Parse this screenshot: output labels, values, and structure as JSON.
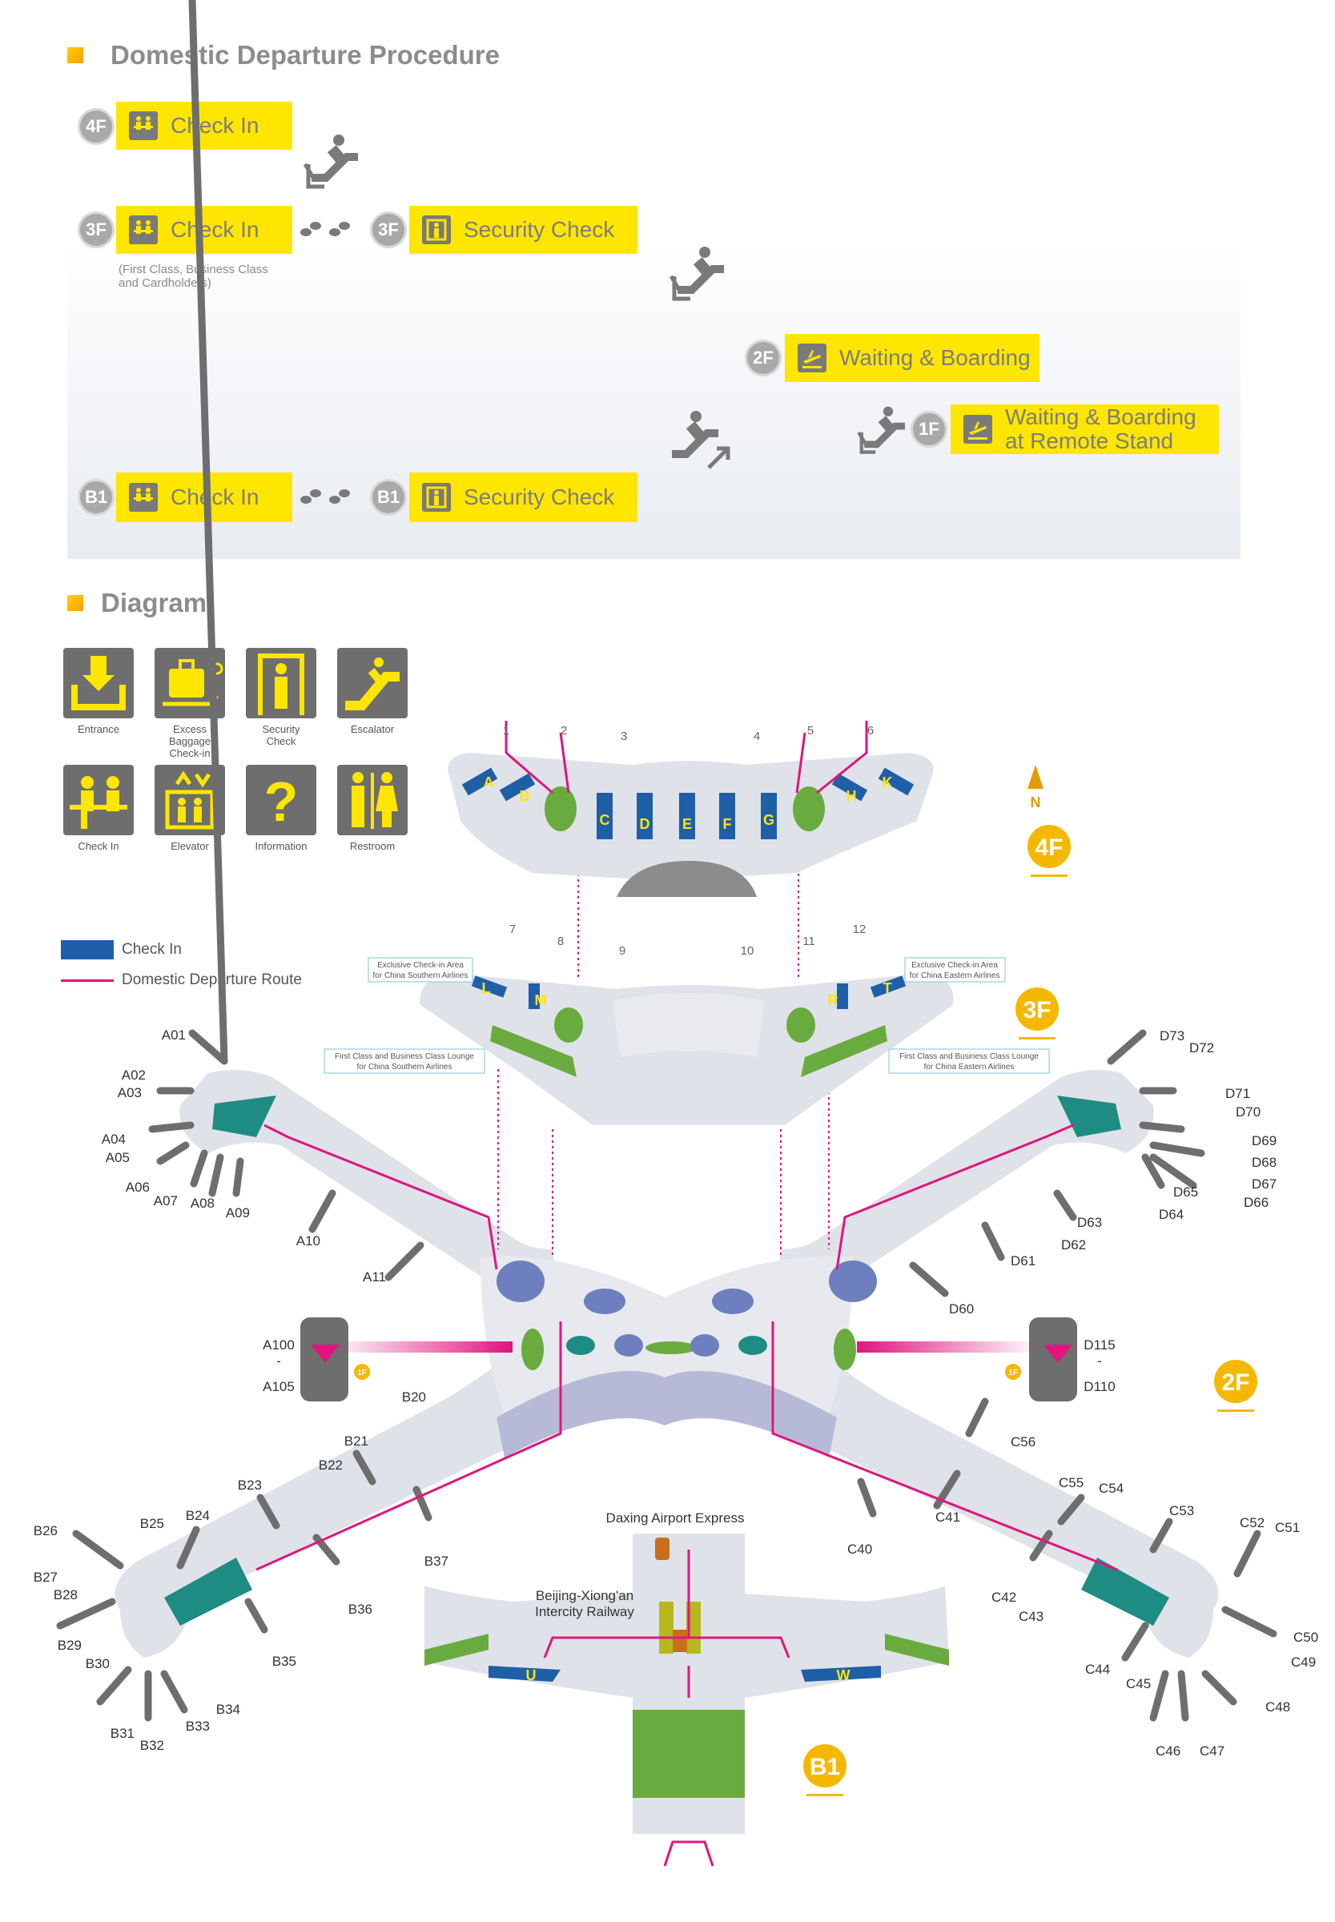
{
  "procedure": {
    "title": "Domestic Departure Procedure",
    "steps": {
      "checkin_4f": {
        "floor": "4F",
        "label": "Check In"
      },
      "checkin_3f": {
        "floor": "3F",
        "label": "Check In",
        "note_line1": "(First Class, Business Class",
        "note_line2": "and Cardholders)"
      },
      "security_3f": {
        "floor": "3F",
        "label": "Security Check"
      },
      "waiting_2f": {
        "floor": "2F",
        "label": "Waiting & Boarding"
      },
      "remote_1f": {
        "floor": "1F",
        "label_line1": "Waiting & Boarding",
        "label_line2": "at Remote Stand"
      },
      "checkin_b1": {
        "floor": "B1",
        "label": "Check In"
      },
      "security_b1": {
        "floor": "B1",
        "label": "Security Check"
      }
    }
  },
  "diagram": {
    "title": "Diagram",
    "icons": [
      {
        "label": "Entrance",
        "icon": "entrance-icon"
      },
      {
        "label": "Excess Baggage Check-in",
        "icon": "excess-baggage-icon"
      },
      {
        "label": "Security Check",
        "icon": "security-check-icon"
      },
      {
        "label": "Escalator",
        "icon": "escalator-icon"
      },
      {
        "label": "Check In",
        "icon": "check-in-icon"
      },
      {
        "label": "Elevator",
        "icon": "elevator-icon"
      },
      {
        "label": "Information",
        "icon": "information-icon"
      },
      {
        "label": "Restroom",
        "icon": "restroom-icon"
      }
    ],
    "icon_labels": {
      "entrance": "Entrance",
      "excess_l1": "Excess",
      "excess_l2": "Baggage",
      "excess_l3": "Check-in",
      "security_l1": "Security",
      "security_l2": "Check",
      "escalator": "Escalator",
      "checkin": "Check In",
      "elevator": "Elevator",
      "information": "Information",
      "restroom": "Restroom"
    },
    "legend": {
      "checkin_area": "Check In",
      "route": "Domestic Departure Route",
      "checkin_color": "#1f5fa8",
      "route_color": "#e0157f"
    },
    "compass": "N",
    "floors": {
      "f4": "4F",
      "f3": "3F",
      "f2": "2F",
      "b1": "B1",
      "f1": "1F"
    },
    "doors_4f": [
      "1",
      "2",
      "3",
      "4",
      "5",
      "6"
    ],
    "doors_3f": [
      "7",
      "8",
      "9",
      "10",
      "11",
      "12"
    ],
    "checkin_4f": [
      "A",
      "B",
      "C",
      "D",
      "E",
      "F",
      "G",
      "H",
      "K"
    ],
    "checkin_3f": [
      "L",
      "M",
      "R",
      "T"
    ],
    "checkin_b1": [
      "U",
      "W"
    ],
    "notes": {
      "exclusive_south_l1": "Exclusive Check-in Area",
      "exclusive_south_l2": "for China Southern Airlines",
      "exclusive_east_l1": "Exclusive Check-in Area",
      "exclusive_east_l2": "for China Eastern Airlines",
      "lounge_south_l1": "First Class and Business Class Lounge",
      "lounge_south_l2": "for China Southern Airlines",
      "lounge_east_l1": "First Class and Business Class Lounge",
      "lounge_east_l2": "for China Eastern Airlines"
    },
    "remote_west": {
      "top": "A100",
      "dash": "-",
      "bottom": "A105"
    },
    "remote_east": {
      "top": "D115",
      "dash": "-",
      "bottom": "D110"
    },
    "b1_labels": {
      "express": "Daxing Airport Express",
      "rail_l1": "Beijing-Xiong'an",
      "rail_l2": "Intercity Railway"
    },
    "gates": {
      "A01": "A01",
      "A02": "A02",
      "A03": "A03",
      "A04": "A04",
      "A05": "A05",
      "A06": "A06",
      "A07": "A07",
      "A08": "A08",
      "A09": "A09",
      "A10": "A10",
      "A11": "A11",
      "B20": "B20",
      "B21": "B21",
      "B22": "B22",
      "B23": "B23",
      "B24": "B24",
      "B25": "B25",
      "B26": "B26",
      "B27": "B27",
      "B28": "B28",
      "B29": "B29",
      "B30": "B30",
      "B31": "B31",
      "B32": "B32",
      "B33": "B33",
      "B34": "B34",
      "B35": "B35",
      "B36": "B36",
      "B37": "B37",
      "C40": "C40",
      "C41": "C41",
      "C42": "C42",
      "C43": "C43",
      "C44": "C44",
      "C45": "C45",
      "C46": "C46",
      "C47": "C47",
      "C48": "C48",
      "C49": "C49",
      "C50": "C50",
      "C51": "C51",
      "C52": "C52",
      "C53": "C53",
      "C54": "C54",
      "C55": "C55",
      "C56": "C56",
      "D60": "D60",
      "D61": "D61",
      "D62": "D62",
      "D63": "D63",
      "D64": "D64",
      "D65": "D65",
      "D66": "D66",
      "D67": "D67",
      "D68": "D68",
      "D69": "D69",
      "D70": "D70",
      "D71": "D71",
      "D72": "D72",
      "D73": "D73"
    },
    "colors": {
      "pier": "#dcdfe6",
      "lounge_green": "#6aab3f",
      "checkin_blue": "#1f5fa8",
      "teal": "#1e8c82",
      "route": "#e0157f",
      "badge": "#f5b800"
    }
  }
}
